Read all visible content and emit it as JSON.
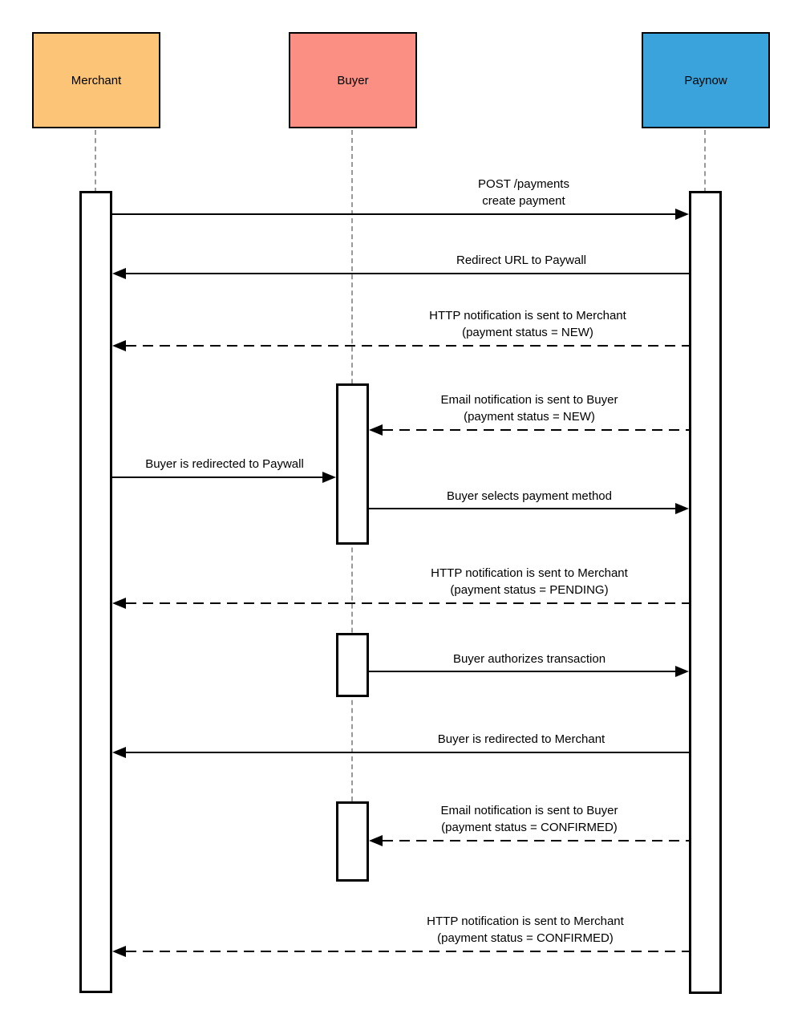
{
  "diagram_type": "sequence-diagram",
  "actors": [
    {
      "name": "Merchant",
      "color": "#FBC477"
    },
    {
      "name": "Buyer",
      "color": "#FB8F84"
    },
    {
      "name": "Paynow",
      "color": "#3AA3DB"
    }
  ],
  "colors": {
    "actor_border": "#000000",
    "lifeline": "#999999",
    "arrow": "#000000",
    "activation_fill": "#ffffff",
    "background": "#ffffff"
  },
  "messages": [
    {
      "from": "Merchant",
      "to": "Paynow",
      "style": "solid",
      "line1": "POST /payments",
      "line2": "create payment"
    },
    {
      "from": "Paynow",
      "to": "Merchant",
      "style": "solid",
      "line1": "Redirect URL to Paywall",
      "line2": ""
    },
    {
      "from": "Paynow",
      "to": "Merchant",
      "style": "dashed",
      "line1": "HTTP notification is sent to Merchant",
      "line2": "(payment status = NEW)"
    },
    {
      "from": "Paynow",
      "to": "Buyer",
      "style": "dashed",
      "line1": "Email notification is sent to Buyer",
      "line2": "(payment status = NEW)"
    },
    {
      "from": "Merchant",
      "to": "Buyer",
      "style": "solid",
      "line1": "Buyer is redirected to Paywall",
      "line2": ""
    },
    {
      "from": "Buyer",
      "to": "Paynow",
      "style": "solid",
      "line1": "Buyer selects payment method",
      "line2": ""
    },
    {
      "from": "Paynow",
      "to": "Merchant",
      "style": "dashed",
      "line1": "HTTP notification is sent to Merchant",
      "line2": "(payment status = PENDING)"
    },
    {
      "from": "Buyer",
      "to": "Paynow",
      "style": "solid",
      "line1": "Buyer authorizes transaction",
      "line2": ""
    },
    {
      "from": "Paynow",
      "to": "Merchant",
      "style": "solid",
      "line1": "Buyer is redirected to Merchant",
      "line2": ""
    },
    {
      "from": "Paynow",
      "to": "Buyer",
      "style": "dashed",
      "line1": "Email notification is sent to Buyer",
      "line2": "(payment status = CONFIRMED)"
    },
    {
      "from": "Paynow",
      "to": "Merchant",
      "style": "dashed",
      "line1": "HTTP notification is sent to Merchant",
      "line2": "(payment status = CONFIRMED)"
    }
  ]
}
